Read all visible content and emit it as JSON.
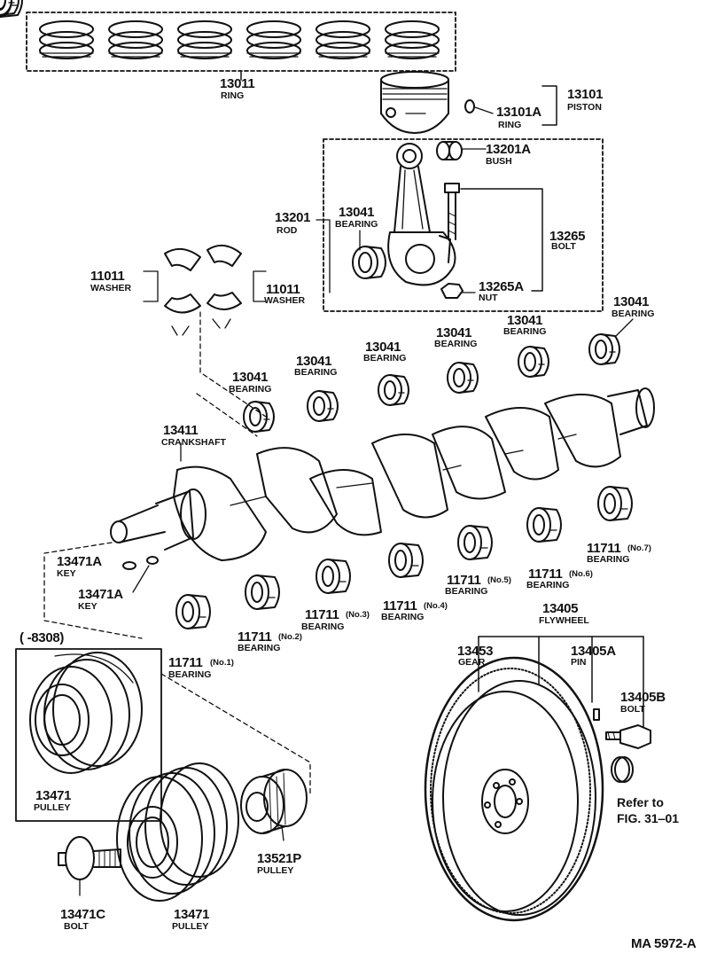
{
  "parts": {
    "ring": {
      "number": "13011",
      "name": "RING"
    },
    "piston": {
      "number": "13101",
      "name": "PISTON"
    },
    "piston_ring": {
      "number": "13101A",
      "name": "RING"
    },
    "bush": {
      "number": "13201A",
      "name": "BUSH"
    },
    "rod": {
      "number": "13201",
      "name": "ROD"
    },
    "rod_bearing": {
      "number": "13041",
      "name": "BEARING"
    },
    "rod_bolt": {
      "number": "13265",
      "name": "BOLT"
    },
    "rod_nut": {
      "number": "13265A",
      "name": "NUT"
    },
    "washer_left": {
      "number": "11011",
      "name": "WASHER"
    },
    "washer_right": {
      "number": "11011",
      "name": "WASHER"
    },
    "bearings_upper": [
      {
        "number": "13041",
        "name": "BEARING"
      },
      {
        "number": "13041",
        "name": "BEARING"
      },
      {
        "number": "13041",
        "name": "BEARING"
      },
      {
        "number": "13041",
        "name": "BEARING"
      },
      {
        "number": "13041",
        "name": "BEARING"
      },
      {
        "number": "13041",
        "name": "BEARING"
      }
    ],
    "crankshaft": {
      "number": "13411",
      "name": "CRANKSHAFT"
    },
    "key_a": {
      "number": "13471A",
      "name": "KEY"
    },
    "key_b": {
      "number": "13471A",
      "name": "KEY"
    },
    "main_bearings": [
      {
        "number": "11711",
        "suffix": "(No.1)",
        "name": "BEARING"
      },
      {
        "number": "11711",
        "suffix": "(No.2)",
        "name": "BEARING"
      },
      {
        "number": "11711",
        "suffix": "(No.3)",
        "name": "BEARING"
      },
      {
        "number": "11711",
        "suffix": "(No.4)",
        "name": "BEARING"
      },
      {
        "number": "11711",
        "suffix": "(No.5)",
        "name": "BEARING"
      },
      {
        "number": "11711",
        "suffix": "(No.6)",
        "name": "BEARING"
      },
      {
        "number": "11711",
        "suffix": "(No.7)",
        "name": "BEARING"
      }
    ],
    "flywheel": {
      "number": "13405",
      "name": "FLYWHEEL"
    },
    "gear": {
      "number": "13453",
      "name": "GEAR"
    },
    "pin": {
      "number": "13405A",
      "name": "PIN"
    },
    "fly_bolt": {
      "number": "13405B",
      "name": "BOLT"
    },
    "pulley_old": {
      "date_range": "(      -8308)",
      "number": "13471",
      "name": "PULLEY"
    },
    "pulley": {
      "number": "13471",
      "name": "PULLEY"
    },
    "crank_bolt": {
      "number": "13471C",
      "name": "BOLT"
    },
    "timing_pulley": {
      "number": "13521P",
      "name": "PULLEY"
    }
  },
  "refer": {
    "line1": "Refer to",
    "line2": "FIG. 31‒01"
  },
  "figure_code": "MA 5972-A"
}
